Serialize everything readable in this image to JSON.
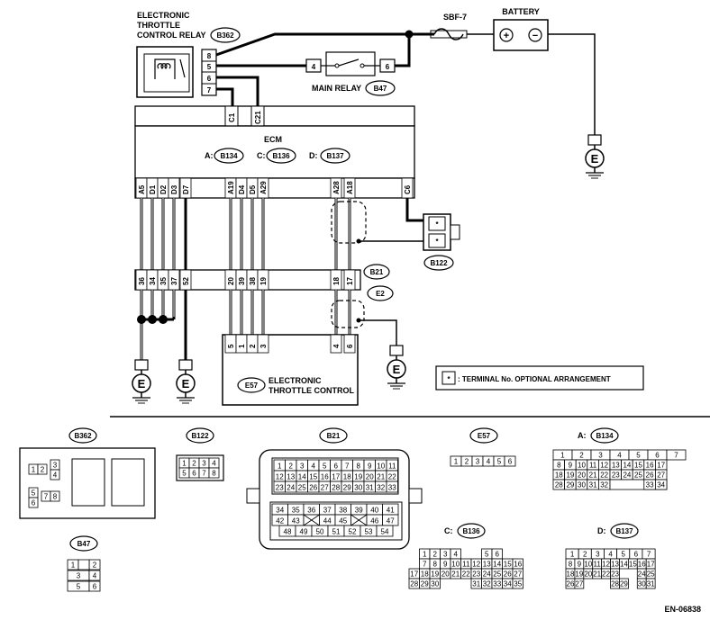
{
  "labels": {
    "relay_title": [
      "ELECTRONIC",
      "THROTTLE",
      "CONTROL RELAY"
    ],
    "relay_id": "B362",
    "fuse": "SBF-7",
    "battery": "BATTERY",
    "battery_plus": "+",
    "battery_minus": "−",
    "main_relay": "MAIN RELAY",
    "main_relay_id": "B47",
    "main_relay_pins": [
      "4",
      "6"
    ],
    "relay_pins": [
      "8",
      "5",
      "6",
      "7"
    ],
    "ecm_upper_pins": [
      "C1",
      "C21"
    ],
    "ecm": "ECM",
    "ecm_conn": [
      {
        "prefix": "A:",
        "id": "B134"
      },
      {
        "prefix": "C:",
        "id": "B136"
      },
      {
        "prefix": "D:",
        "id": "B137"
      }
    ],
    "ecm_lower_pins": [
      "A5",
      "D1",
      "D2",
      "D3",
      "D7",
      "A19",
      "D4",
      "D5",
      "A29",
      "A28",
      "A18",
      "C6"
    ],
    "b21_pins": [
      "36",
      "34",
      "35",
      "37",
      "52",
      "20",
      "39",
      "38",
      "19",
      "18",
      "17"
    ],
    "b21_id": "B21",
    "e2_id": "E2",
    "b122_id": "B122",
    "b122_pin": "*",
    "ground": "E",
    "etc_pins": [
      "5",
      "1",
      "2",
      "3",
      "4",
      "6"
    ],
    "etc_id": "E57",
    "etc_name": [
      "ELECTRONIC",
      "THROTTLE CONTROL"
    ],
    "legend_sym": "*",
    "legend_text": ": TERMINAL No. OPTIONAL ARRANGEMENT",
    "doc_id": "EN-06838"
  },
  "connectors": {
    "b362": {
      "id": "B362",
      "pins": [
        "1",
        "2",
        "3",
        "4",
        "5",
        "6",
        "7",
        "8"
      ]
    },
    "b122": {
      "id": "B122",
      "rows": [
        [
          "1",
          "2",
          "3",
          "4"
        ],
        [
          "5",
          "6",
          "7",
          "8"
        ]
      ]
    },
    "b21": {
      "id": "B21",
      "top": [
        [
          "1",
          "2",
          "3",
          "4",
          "5",
          "6",
          "7",
          "8",
          "9",
          "10",
          "11"
        ],
        [
          "12",
          "13",
          "14",
          "15",
          "16",
          "17",
          "18",
          "19",
          "20",
          "21",
          "22"
        ],
        [
          "23",
          "24",
          "25",
          "26",
          "27",
          "28",
          "29",
          "30",
          "31",
          "32",
          "33"
        ]
      ],
      "bottom": [
        [
          "34",
          "35",
          "36",
          "37",
          "38",
          "39",
          "40",
          "41"
        ],
        [
          "42",
          "43",
          "44",
          "45",
          "46",
          "47"
        ],
        [
          "48",
          "49",
          "50",
          "51",
          "52",
          "53",
          "54"
        ]
      ]
    },
    "e57": {
      "id": "E57",
      "pins": [
        "1",
        "2",
        "3",
        "4",
        "5",
        "6"
      ]
    },
    "b134": {
      "prefix": "A:",
      "id": "B134",
      "rows": [
        [
          "1",
          "2",
          "3",
          "4",
          "5",
          "6",
          "7"
        ],
        [
          "8",
          "9",
          "10",
          "11",
          "12",
          "13",
          "14",
          "15",
          "16",
          "17"
        ],
        [
          "18",
          "19",
          "20",
          "21",
          "22",
          "23",
          "24",
          "25",
          "26",
          "27"
        ],
        [
          "28",
          "29",
          "30",
          "31",
          "32",
          "33",
          "34"
        ]
      ]
    },
    "b47": {
      "id": "B47",
      "pins": [
        "1",
        "2",
        "3",
        "4",
        "5",
        "6"
      ]
    },
    "b136": {
      "prefix": "C:",
      "id": "B136",
      "rows": [
        [
          "1",
          "2",
          "3",
          "4",
          "5",
          "6"
        ],
        [
          "7",
          "8",
          "9",
          "10",
          "11",
          "12",
          "13",
          "14",
          "15",
          "16"
        ],
        [
          "17",
          "18",
          "19",
          "20",
          "21",
          "22",
          "23",
          "24",
          "25",
          "26",
          "27"
        ],
        [
          "28",
          "29",
          "30",
          "31",
          "32",
          "33",
          "34",
          "35"
        ]
      ]
    },
    "b137": {
      "prefix": "D:",
      "id": "B137",
      "rows": [
        [
          "1",
          "2",
          "3",
          "4",
          "5",
          "6",
          "7"
        ],
        [
          "8",
          "9",
          "10",
          "11",
          "12",
          "13",
          "14",
          "15",
          "16",
          "17"
        ],
        [
          "18",
          "19",
          "20",
          "21",
          "22",
          "23",
          "24",
          "25"
        ],
        [
          "26",
          "27",
          "28",
          "29",
          "30",
          "31"
        ]
      ]
    }
  }
}
